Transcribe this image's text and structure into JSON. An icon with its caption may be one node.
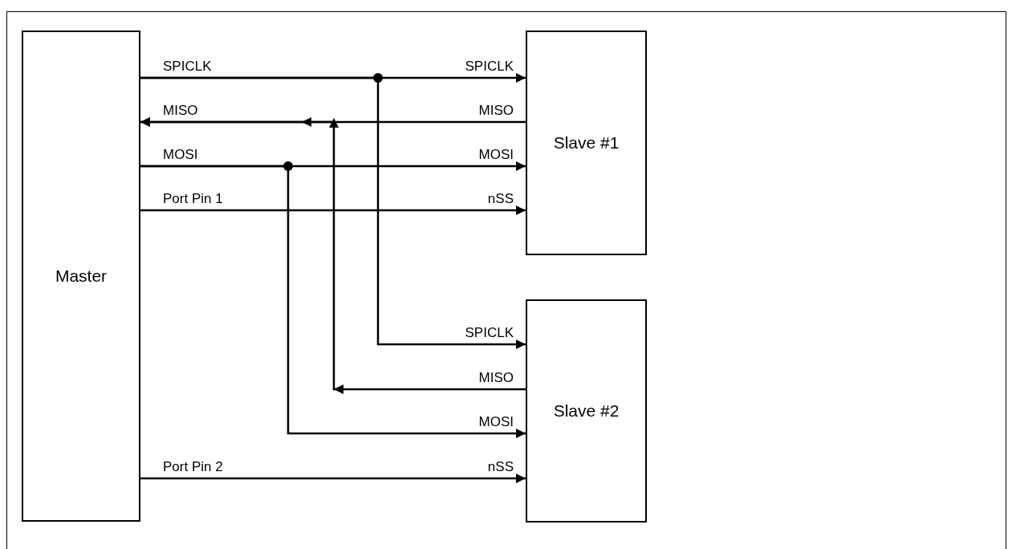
{
  "diagram": {
    "nodes": [
      {
        "text": [
          "Master"
        ]
      },
      {
        "text": [
          "Slave #1"
        ]
      },
      {
        "text": [
          "Slave #2"
        ]
      }
    ],
    "edges": [
      {
        "from": 0,
        "to": 1,
        "arrow": "to"
      },
      {
        "from": 0,
        "to": 2,
        "arrow": "to"
      },
      {
        "from": 1,
        "to": 0,
        "arrow": "to"
      },
      {
        "from": 2,
        "to": 0,
        "arrow": "to"
      },
      {
        "from": 0,
        "to": 1,
        "arrow": "to"
      },
      {
        "from": 0,
        "to": 2,
        "arrow": "to"
      },
      {
        "from": 0,
        "to": 1,
        "arrow": "to"
      },
      {
        "from": 0,
        "to": 2,
        "arrow": "to"
      }
    ],
    "labels": [
      "SPICLK",
      "SPICLK",
      "MISO",
      "MISO",
      "MOSI",
      "MOSI",
      "Port Pin 1",
      "nSS",
      "SPICLK",
      "MISO",
      "MOSI",
      "Port Pin 2",
      "nSS"
    ]
  }
}
